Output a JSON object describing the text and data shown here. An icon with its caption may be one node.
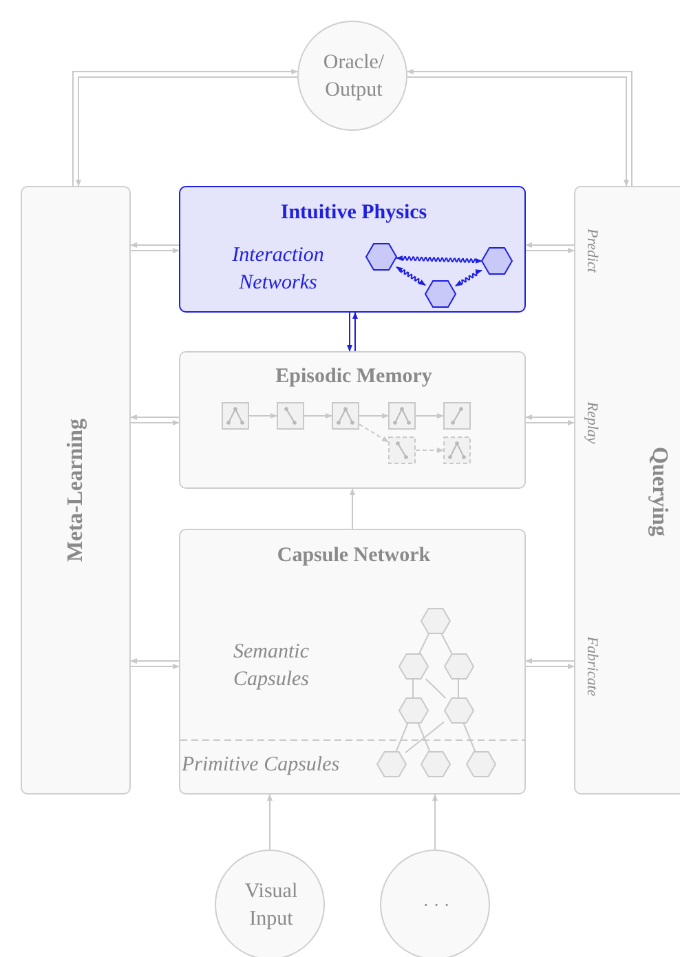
{
  "diagram": {
    "nodes": [
      {
        "text": [
          "Oracle/ Output"
        ]
      },
      {
        "text": [
          "Meta-Learning"
        ]
      },
      {
        "text": [
          "Intuitive Physics",
          "Interaction Networks"
        ]
      },
      {
        "text": [],
        "shape": "hexagon",
        "in": 2
      },
      {
        "text": [],
        "shape": "hexagon",
        "in": 2
      },
      {
        "text": [],
        "shape": "hexagon",
        "in": 2
      },
      {
        "text": [
          "Episodic Memory"
        ]
      },
      {
        "text": [],
        "shape": "box",
        "in": 6
      },
      {
        "text": [],
        "shape": "box",
        "in": 6
      },
      {
        "text": [],
        "shape": "box",
        "in": 6
      },
      {
        "text": [],
        "shape": "box",
        "in": 6
      },
      {
        "text": [],
        "shape": "box",
        "in": 6
      },
      {
        "text": [],
        "shape": "box",
        "in": 6
      },
      {
        "text": [],
        "shape": "box",
        "in": 6
      },
      {
        "text": [
          "Capsule Network",
          "Semantic Capsules",
          "Primitive Capsules"
        ]
      },
      {
        "text": [],
        "shape": "hexagon",
        "in": 14
      },
      {
        "text": [],
        "shape": "hexagon",
        "in": 14
      },
      {
        "text": [],
        "shape": "hexagon",
        "in": 14
      },
      {
        "text": [],
        "shape": "hexagon",
        "in": 14
      },
      {
        "text": [],
        "shape": "hexagon",
        "in": 14
      },
      {
        "text": [],
        "shape": "hexagon",
        "in": 14
      },
      {
        "text": [],
        "shape": "hexagon",
        "in": 14
      },
      {
        "text": [],
        "shape": "hexagon",
        "in": 14
      },
      {
        "text": [
          "Predict",
          "Replay",
          "Querying",
          "Fabricate"
        ]
      },
      {
        "text": [
          "Visual Input"
        ]
      },
      {
        "text": [
          "· · ·"
        ]
      }
    ],
    "edges": [
      {
        "from": 1,
        "to": 0,
        "arrow": "to"
      },
      {
        "from": 0,
        "to": 1,
        "arrow": "to"
      },
      {
        "from": 23,
        "to": 0,
        "arrow": "to"
      },
      {
        "from": 0,
        "to": 23,
        "arrow": "to"
      },
      {
        "from": 2,
        "to": 1,
        "arrow": "to"
      },
      {
        "from": 1,
        "to": 2,
        "arrow": "to"
      },
      {
        "from": 23,
        "to": 2,
        "arrow": "to"
      },
      {
        "from": 2,
        "to": 23,
        "arrow": "to"
      },
      {
        "from": 6,
        "to": 1,
        "arrow": "to"
      },
      {
        "from": 1,
        "to": 6,
        "arrow": "to"
      },
      {
        "from": 23,
        "to": 6,
        "arrow": "to"
      },
      {
        "from": 6,
        "to": 23,
        "arrow": "to"
      },
      {
        "from": 14,
        "to": 1,
        "arrow": "to"
      },
      {
        "from": 1,
        "to": 14,
        "arrow": "to"
      },
      {
        "from": 23,
        "to": 14,
        "arrow": "to"
      },
      {
        "from": 14,
        "to": 23,
        "arrow": "to"
      },
      {
        "from": 6,
        "to": 2,
        "arrow": "to",
        "color": "#1f1fe0"
      },
      {
        "from": 2,
        "to": 6,
        "arrow": "to",
        "color": "#1f1fe0"
      },
      {
        "from": 14,
        "to": 6,
        "arrow": "to"
      },
      {
        "from": 24,
        "to": 14,
        "arrow": "to"
      },
      {
        "from": 25,
        "to": 14,
        "arrow": "to"
      },
      {
        "from": 3,
        "to": 4,
        "arrow": "both",
        "color": "#1f1fe0"
      },
      {
        "from": 3,
        "to": 5,
        "arrow": "both",
        "color": "#1f1fe0"
      },
      {
        "from": 5,
        "to": 4,
        "arrow": "both",
        "color": "#1f1fe0"
      },
      {
        "from": 7,
        "to": 8,
        "arrow": "to"
      },
      {
        "from": 8,
        "to": 9,
        "arrow": "to"
      },
      {
        "from": 9,
        "to": 10,
        "arrow": "to"
      },
      {
        "from": 10,
        "to": 11,
        "arrow": "to"
      },
      {
        "from": 9,
        "to": 12,
        "arrow": "to",
        "style": "dashed"
      },
      {
        "from": 12,
        "to": 13,
        "arrow": "to",
        "style": "dashed"
      },
      {
        "from": 15,
        "to": 16,
        "arrow": "none"
      },
      {
        "from": 15,
        "to": 17,
        "arrow": "none"
      },
      {
        "from": 16,
        "to": 18,
        "arrow": "none"
      },
      {
        "from": 16,
        "to": 19,
        "arrow": "none"
      },
      {
        "from": 17,
        "to": 19,
        "arrow": "none"
      },
      {
        "from": 18,
        "to": 20,
        "arrow": "none"
      },
      {
        "from": 18,
        "to": 21,
        "arrow": "none"
      },
      {
        "from": 19,
        "to": 20,
        "arrow": "none"
      },
      {
        "from": 19,
        "to": 22,
        "arrow": "none"
      }
    ]
  }
}
